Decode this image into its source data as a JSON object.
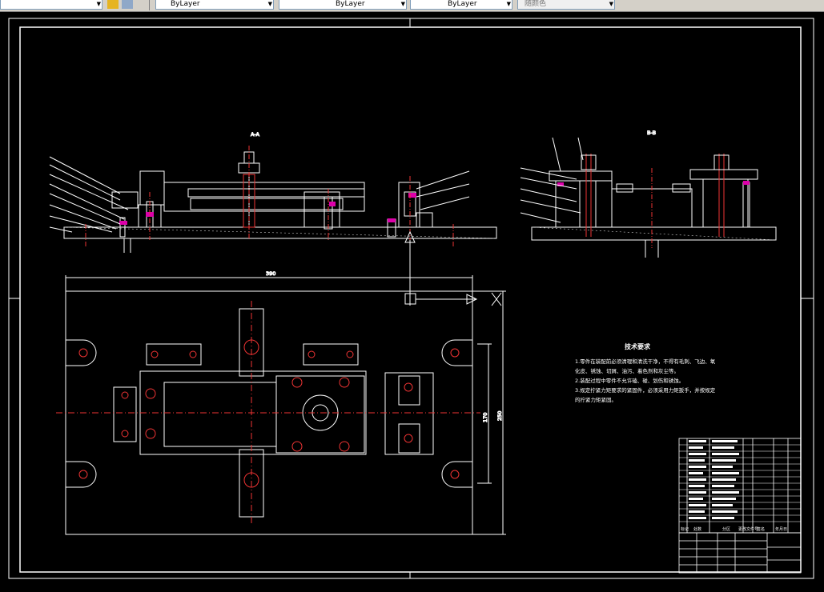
{
  "toolbar": {
    "layer_color_value": "ByLayer",
    "linetype_value": "ByLayer",
    "lineweight_value": "ByLayer",
    "plotstyle_value": "随颜色"
  },
  "drawing": {
    "section_label_left": "A-A",
    "section_label_right": "B-B",
    "dim_overall_width": "390",
    "dim_height_outer": "250",
    "dim_height_inner": "170",
    "tech_req_title": "技术要求",
    "tech_req_lines": [
      "1.零件在装配前必须清理和清洗干净，不得有毛刺、飞边、氧",
      "化皮、锈蚀、切屑、油污、着色剂和灰尘等。",
      "2.装配过程中零件不允许磕、碰、划伤和锈蚀。",
      "3.规定拧紧力矩要求的紧固件，必须采用力矩扳手，并按规定",
      "的拧紧力矩紧固。"
    ],
    "title_block_labels": [
      "标记",
      "处数",
      "分区",
      "更改文件号",
      "签名",
      "年月日"
    ]
  }
}
